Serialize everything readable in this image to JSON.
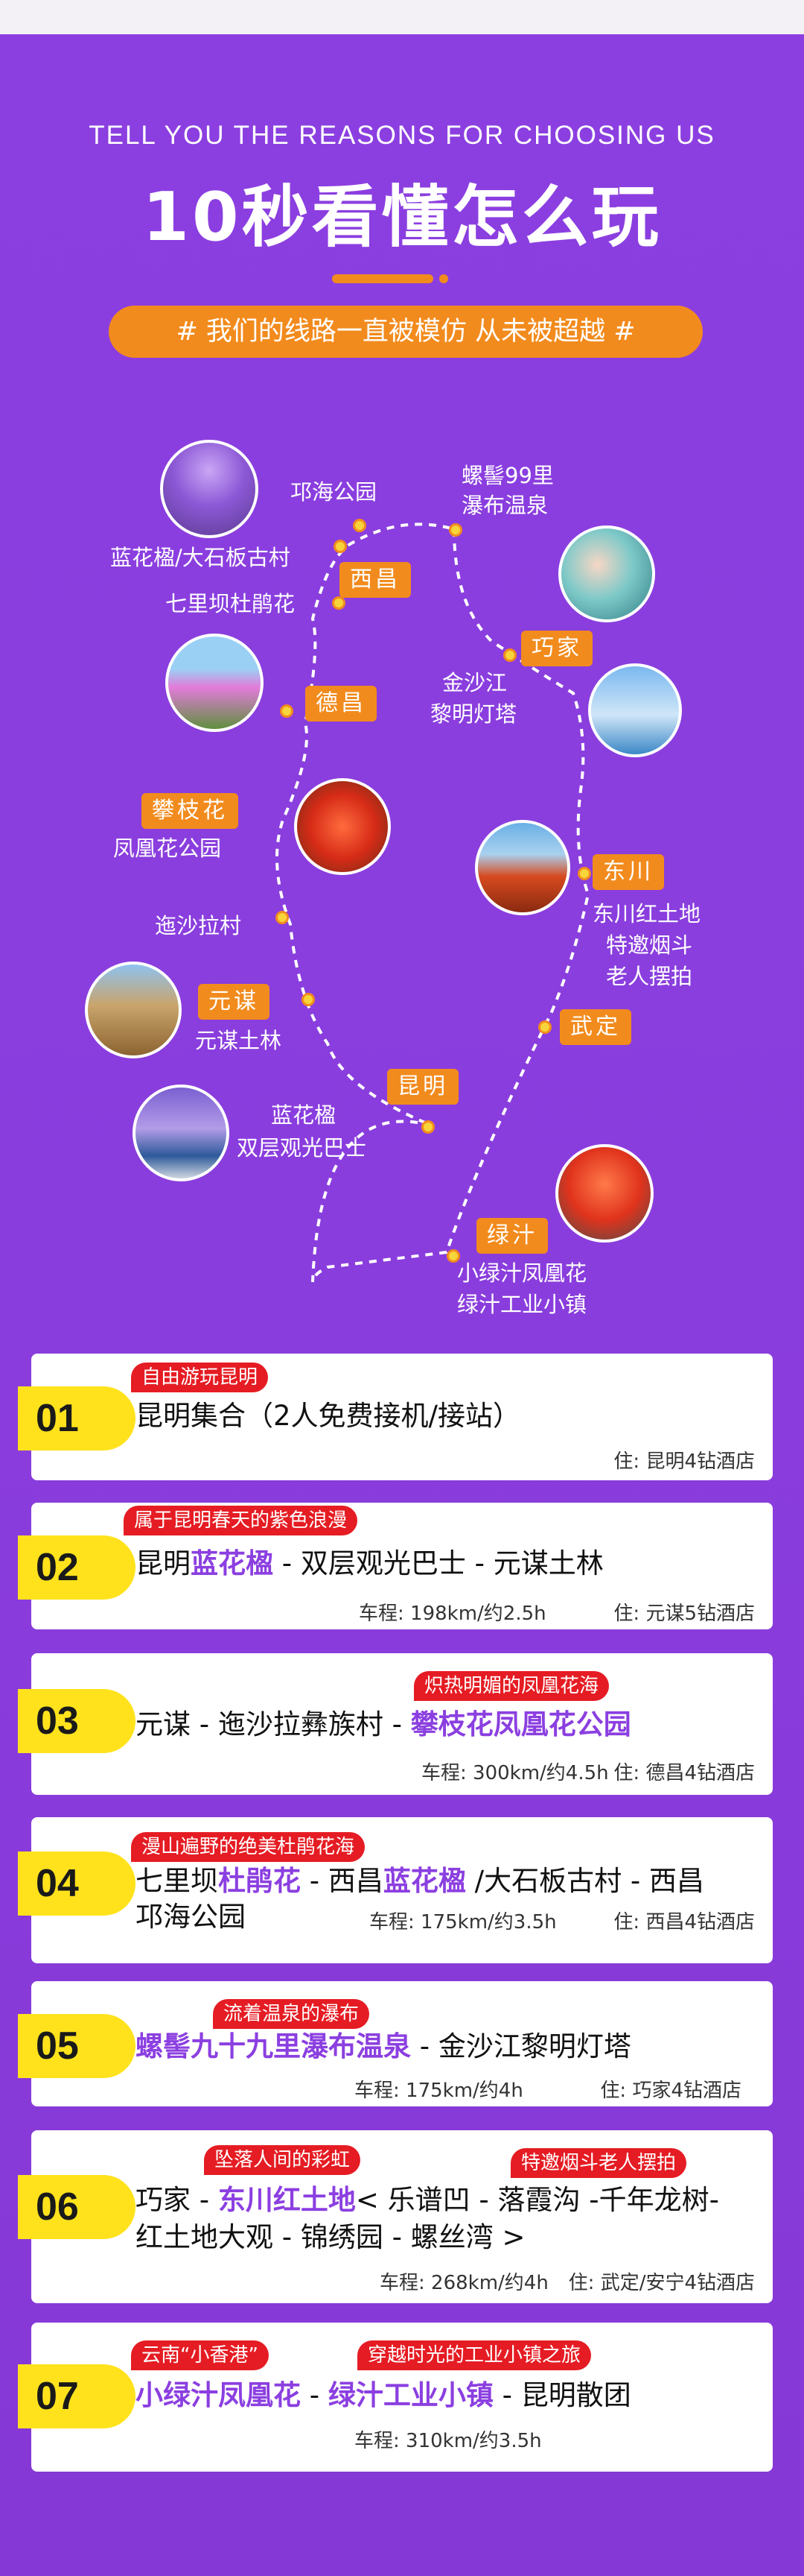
{
  "header": {
    "en_title": "TELL YOU THE REASONS FOR CHOOSING US",
    "cn_title": "10秒看懂怎么玩",
    "slogan": "# 我们的线路一直被模仿 从未被超越 #"
  },
  "map": {
    "labels": {
      "qionghai": "邛海公园",
      "luoji": "螺髻99里",
      "luoji2": "瀑布温泉",
      "lanhuaying": "蓝花楹/大石板古村",
      "qilibax": "七里坝杜鹃花",
      "jinsha1": "金沙江",
      "jinsha2": "黎明灯塔",
      "fenghuang": "凤凰花公园",
      "dongchuan1": "东川红土地",
      "dongchuan2": "特邀烟斗",
      "dongchuan3": "老人摆拍",
      "yisha": "迤沙拉村",
      "yuanmou": "元谋土林",
      "bus1": "蓝花楹",
      "bus2": "双层观光巴士",
      "luzhi1": "小绿汁凤凰花",
      "luzhi2": "绿汁工业小镇"
    },
    "tags": {
      "xichang": "西昌",
      "qiaojia": "巧家",
      "dechang": "德昌",
      "panzhihua": "攀枝花",
      "dongchuan": "东川",
      "yuanmou": "元谋",
      "wuding": "武定",
      "kunming": "昆明",
      "luzhi": "绿汁"
    }
  },
  "days": [
    {
      "num": "01",
      "badges": [
        "自由游玩昆明"
      ],
      "route": [
        "昆明集合（2人免费接机/接站）"
      ],
      "distance": "",
      "hotel": "住: 昆明4钻酒店"
    },
    {
      "num": "02",
      "badges": [
        "属于昆明春天的紫色浪漫"
      ],
      "route_a": "昆明",
      "route_hl": "蓝花楹",
      "route_b": " - 双层观光巴士 - 元谋土林",
      "distance": "车程:  198km/约2.5h",
      "hotel": "住: 元谋5钻酒店"
    },
    {
      "num": "03",
      "badges": [
        "炽热明媚的凤凰花海"
      ],
      "route_a": "元谋 - 迤沙拉彝族村 - ",
      "route_hl": "攀枝花凤凰花公园",
      "distance": "车程:  300km/约4.5h",
      "hotel": "住: 德昌4钻酒店"
    },
    {
      "num": "04",
      "badges": [
        "漫山遍野的绝美杜鹃花海"
      ],
      "line1_a": "七里坝",
      "line1_hl1": "杜鹃花",
      "line1_b": " - 西昌",
      "line1_hl2": "蓝花楹",
      "line1_c": " /大石板古村 - 西昌",
      "line2": "邛海公园",
      "distance": "车程:  175km/约3.5h",
      "hotel": "住: 西昌4钻酒店"
    },
    {
      "num": "05",
      "badges": [
        "流着温泉的瀑布"
      ],
      "route_hl": "螺髻九十九里瀑布温泉",
      "route_b": "  -  金沙江黎明灯塔",
      "distance": "车程:  175km/约4h",
      "hotel": "住: 巧家4钻酒店"
    },
    {
      "num": "06",
      "badges": [
        "坠落人间的彩虹",
        "特邀烟斗老人摆拍"
      ],
      "line1_a": "巧家 - ",
      "line1_hl": "东川红土地",
      "line1_b": "< 乐谱凹 - 落霞沟 -千年龙树-",
      "line2": "红土地大观 - 锦绣园 - 螺丝湾 >",
      "distance": "车程:  268km/约4h",
      "hotel": "住: 武定/安宁4钻酒店"
    },
    {
      "num": "07",
      "badges": [
        "云南“小香港”",
        "穿越时光的工业小镇之旅"
      ],
      "route_hl1": "小绿汁凤凰花",
      "route_mid": "  -  ",
      "route_hl2": "绿汁工业小镇",
      "route_b": " - 昆明散团",
      "distance": "车程:  310km/约3.5h",
      "hotel": ""
    }
  ],
  "colors": {
    "purple": "#8a3ddd",
    "orange": "#f28b1d",
    "yellow": "#ffe21c",
    "red": "#e51c23"
  }
}
